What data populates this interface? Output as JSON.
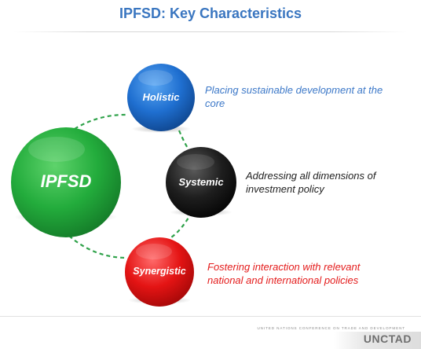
{
  "header": {
    "title": "IPFSD: Key Characteristics"
  },
  "diagram": {
    "center_label": "IPFSD",
    "nodes": [
      {
        "label": "Holistic",
        "color": "#1f6fd0",
        "description_lines": [
          "Placing sustainable development at the",
          "core"
        ],
        "description_color": "#3c78c8"
      },
      {
        "label": "Systemic",
        "color": "#1b1b1b",
        "description_lines": [
          "Addressing all dimensions of",
          "investment policy"
        ],
        "description_color": "#222222"
      },
      {
        "label": "Synergistic",
        "color": "#e41414",
        "description_lines": [
          "Fostering interaction with relevant",
          "national and international policies"
        ],
        "description_color": "#e41c1c"
      }
    ],
    "center_color": "#21a83c",
    "connector_color": "#2fa24a"
  },
  "footer": {
    "conference_text": "UNITED NATIONS CONFERENCE ON TRADE AND DEVELOPMENT",
    "logo_text": "UNCTAD"
  }
}
